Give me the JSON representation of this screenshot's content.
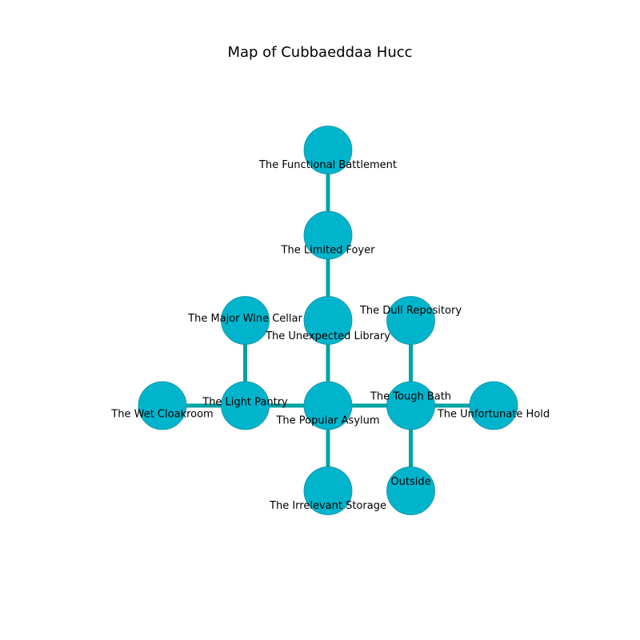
{
  "title": "Map of Cubbaeddaa Hucc",
  "colors": {
    "node_fill": "#00b4cc",
    "node_stroke": "#1a8fa0",
    "edge": "#00a3a3",
    "text": "#000000",
    "background": "#ffffff"
  },
  "nodes": [
    {
      "id": "battlement",
      "label": "The Functional Battlement",
      "col": 0,
      "row": 3
    },
    {
      "id": "foyer",
      "label": "The Limited Foyer",
      "col": 0,
      "row": 2
    },
    {
      "id": "library",
      "label": "The Unexpected Library",
      "col": 0,
      "row": 1
    },
    {
      "id": "asylum",
      "label": "The Popular Asylum",
      "col": 0,
      "row": 0
    },
    {
      "id": "storage",
      "label": "The Irrelevant Storage",
      "col": 0,
      "row": -1
    },
    {
      "id": "pantry",
      "label": "The Light Pantry",
      "col": -1,
      "row": 0
    },
    {
      "id": "winecellar",
      "label": "The Major Wine Cellar",
      "col": -1,
      "row": 1
    },
    {
      "id": "cloakroom",
      "label": "The Wet Cloakroom",
      "col": -2,
      "row": 0
    },
    {
      "id": "bath",
      "label": "The Tough Bath",
      "col": 1,
      "row": 0
    },
    {
      "id": "repository",
      "label": "The Dull Repository",
      "col": 1,
      "row": 1
    },
    {
      "id": "hold",
      "label": "The Unfortunate Hold",
      "col": 2,
      "row": 0
    },
    {
      "id": "outside",
      "label": "Outside",
      "col": 1,
      "row": -1
    }
  ],
  "edges": [
    [
      "battlement",
      "foyer"
    ],
    [
      "foyer",
      "library"
    ],
    [
      "library",
      "asylum"
    ],
    [
      "asylum",
      "storage"
    ],
    [
      "asylum",
      "pantry"
    ],
    [
      "pantry",
      "winecellar"
    ],
    [
      "pantry",
      "cloakroom"
    ],
    [
      "asylum",
      "bath"
    ],
    [
      "bath",
      "repository"
    ],
    [
      "bath",
      "hold"
    ],
    [
      "bath",
      "outside"
    ]
  ]
}
